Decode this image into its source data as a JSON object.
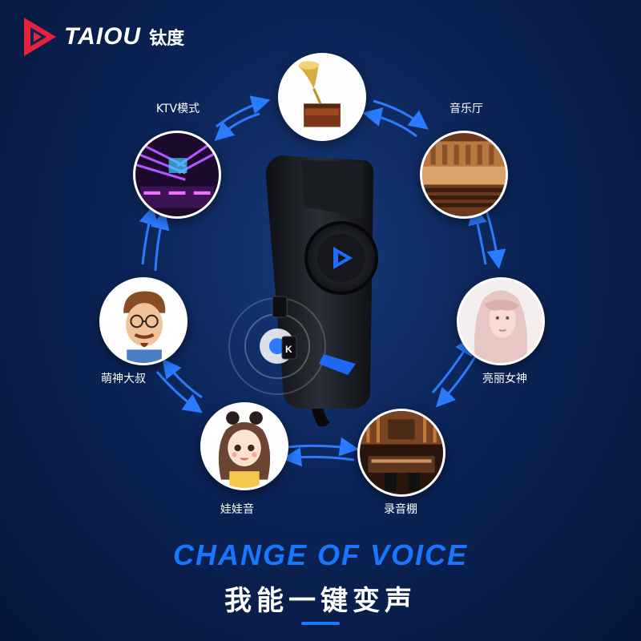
{
  "brand": {
    "name": "TAIOU",
    "name_cn": "钛度",
    "accent_color": "#e5233e"
  },
  "modes": [
    {
      "id": "gramophone",
      "label": ""
    },
    {
      "id": "concert-hall",
      "label": "音乐厅"
    },
    {
      "id": "goddess",
      "label": "亮丽女神"
    },
    {
      "id": "studio",
      "label": "录音棚"
    },
    {
      "id": "girl",
      "label": "娃娃音"
    },
    {
      "id": "uncle",
      "label": "萌神大叔"
    },
    {
      "id": "ktv",
      "label": "KTV模式"
    }
  ],
  "device": {
    "button_letter": "K"
  },
  "headline": "CHANGE OF VOICE",
  "subline": "我能一键变声",
  "colors": {
    "arrow": "#2b7bff",
    "headline": "#1877ff",
    "background": "#0b2356"
  }
}
